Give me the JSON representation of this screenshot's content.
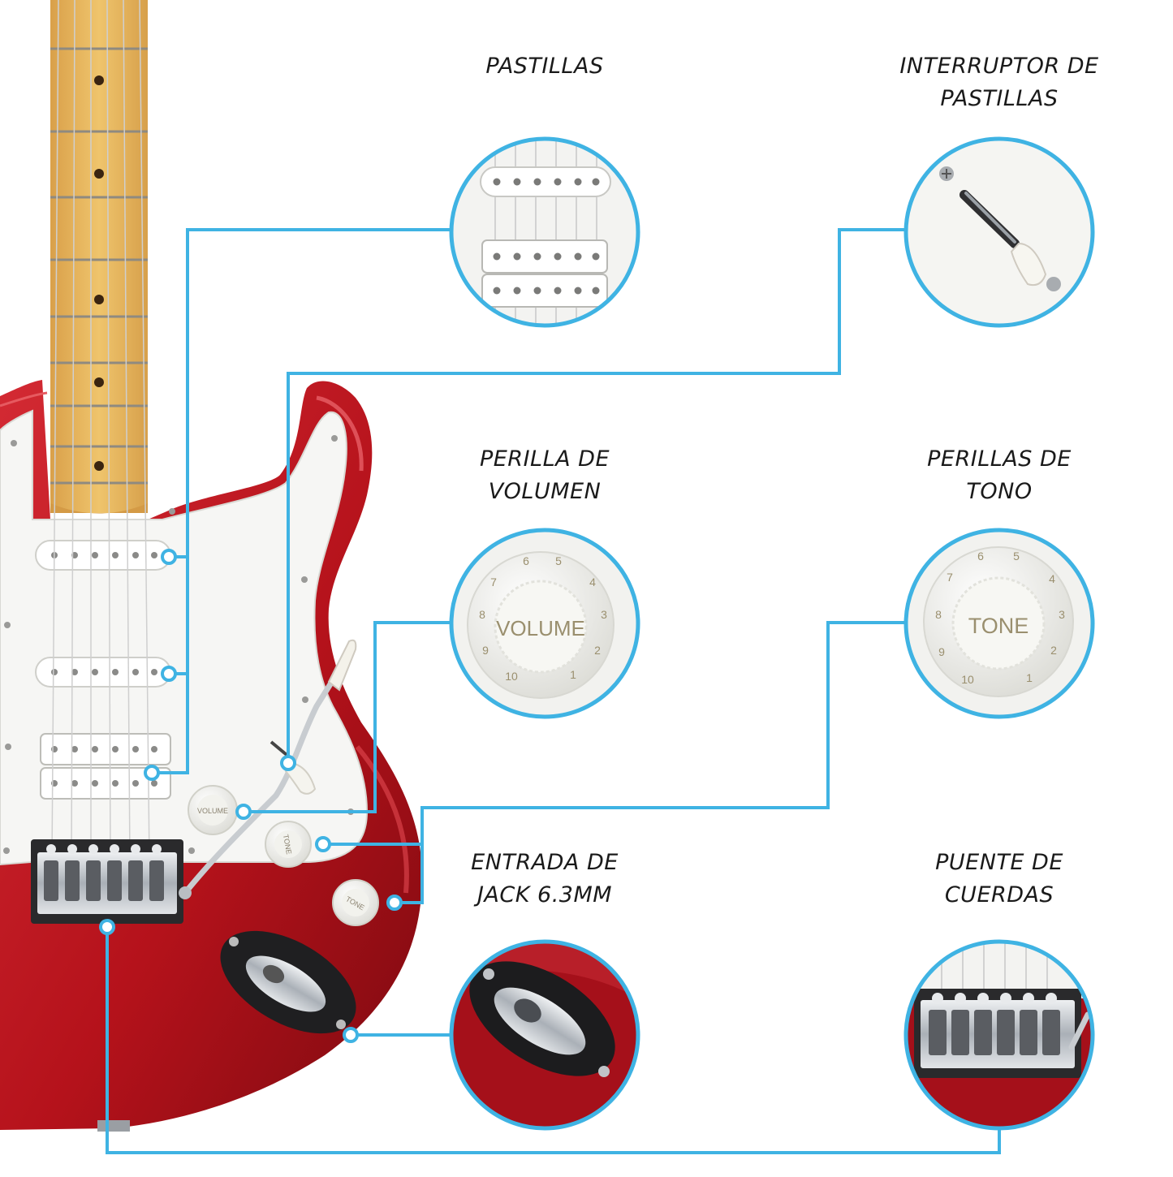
{
  "colors": {
    "accent": "#3fb3e3",
    "guitar_body": "#b5121b",
    "pickguard": "#f6f6f4",
    "maple": "#e9b95c",
    "chrome": "#c9cdd2"
  },
  "callouts": [
    {
      "id": "pickups",
      "lines": [
        "PASTILLAS"
      ]
    },
    {
      "id": "pickup-switch",
      "lines": [
        "INTERRUPTOR DE",
        "PASTILLAS"
      ]
    },
    {
      "id": "volume-knob",
      "lines": [
        "PERILLA DE",
        "VOLUMEN"
      ]
    },
    {
      "id": "tone-knobs",
      "lines": [
        "PERILLAS DE",
        "TONO"
      ]
    },
    {
      "id": "jack-input",
      "lines": [
        "ENTRADA DE",
        "JACK 6.3MM"
      ]
    },
    {
      "id": "bridge",
      "lines": [
        "PUENTE DE",
        "CUERDAS"
      ]
    }
  ],
  "knobs": {
    "volume_label": "VOLUME",
    "tone_label": "TONE",
    "scale": [
      "1",
      "2",
      "3",
      "4",
      "5",
      "6",
      "7",
      "8",
      "9",
      "10"
    ]
  }
}
